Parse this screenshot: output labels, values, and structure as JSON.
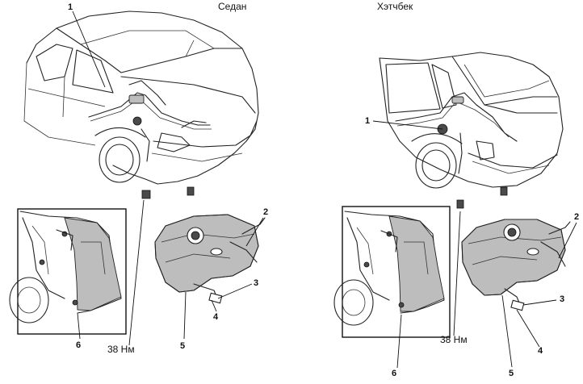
{
  "panels": {
    "sedan": {
      "title": "Седан"
    },
    "hatchback": {
      "title": "Хэтчбек"
    }
  },
  "callouts": {
    "sedan": {
      "c1": "1",
      "c2": "2",
      "c3": "3",
      "c4": "4",
      "c5": "5",
      "c6": "6",
      "torque": "38 Нм"
    },
    "hatchback": {
      "c1": "1",
      "c2": "2",
      "c3": "3",
      "c4": "4",
      "c5": "5",
      "c6": "6",
      "torque": "38 Нм"
    }
  }
}
